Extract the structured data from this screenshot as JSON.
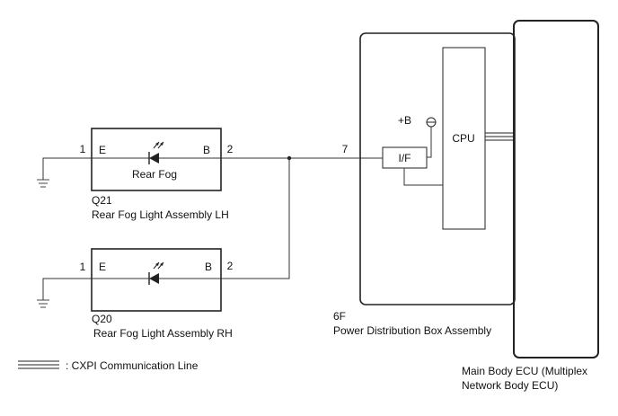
{
  "colors": {
    "line": "#333333",
    "box": "#222222",
    "ground": "#444444"
  },
  "lh_assembly": {
    "code": "Q21",
    "name": "Rear Fog Light Assembly LH",
    "pin_e_number": "1",
    "pin_e_label": "E",
    "pin_b_label": "B",
    "pin_b_number": "2",
    "lamp_label": "Rear Fog"
  },
  "rh_assembly": {
    "code": "Q20",
    "name": "Rear Fog Light Assembly RH",
    "pin_e_number": "1",
    "pin_e_label": "E",
    "pin_b_label": "B",
    "pin_b_number": "2"
  },
  "pdb": {
    "pin_number": "7",
    "interface_label": "I/F",
    "supply_label": "+B",
    "cpu_label": "CPU",
    "code": "6F",
    "name": "Power Distribution Box Assembly"
  },
  "ecu": {
    "name_line1": "Main Body ECU (Multiplex",
    "name_line2": "Network Body ECU)"
  },
  "legend": {
    "text": ": CXPI Communication Line",
    "icon": "triple-line-icon"
  }
}
